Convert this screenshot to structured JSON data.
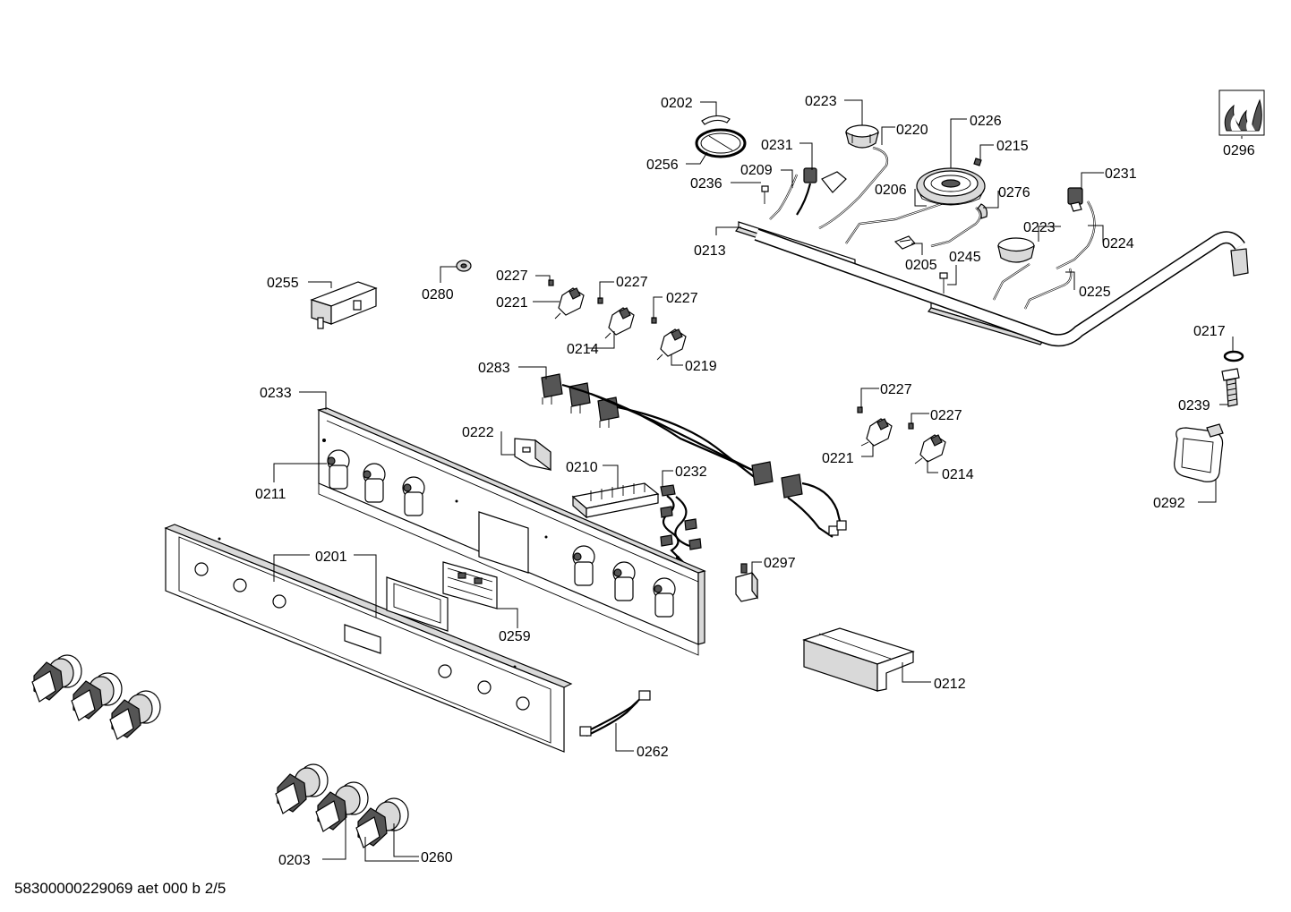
{
  "document_id": "58300000229069 aet 000 b 2/5",
  "part_labels": {
    "p0202": "0202",
    "p0256": "0256",
    "p0223a": "0223",
    "p0220": "0220",
    "p0226": "0226",
    "p0215": "0215",
    "p0231a": "0231",
    "p0209": "0209",
    "p0236": "0236",
    "p0206": "0206",
    "p0276": "0276",
    "p0231b": "0231",
    "p0223b": "0223",
    "p0224": "0224",
    "p0213": "0213",
    "p0205": "0205",
    "p0245": "0245",
    "p0225": "0225",
    "p0296": "0296",
    "p0255": "0255",
    "p0280": "0280",
    "p0227a": "0227",
    "p0227b": "0227",
    "p0227c": "0227",
    "p0221a": "0221",
    "p0214a": "0214",
    "p0219": "0219",
    "p0217": "0217",
    "p0239": "0239",
    "p0283": "0283",
    "p0233": "0233",
    "p0227d": "0227",
    "p0227e": "0227",
    "p0222": "0222",
    "p0210": "0210",
    "p0232": "0232",
    "p0221b": "0221",
    "p0214b": "0214",
    "p0292": "0292",
    "p0211": "0211",
    "p0201": "0201",
    "p0297": "0297",
    "p0259": "0259",
    "p0212": "0212",
    "p0262": "0262",
    "p0203": "0203",
    "p0260": "0260"
  }
}
